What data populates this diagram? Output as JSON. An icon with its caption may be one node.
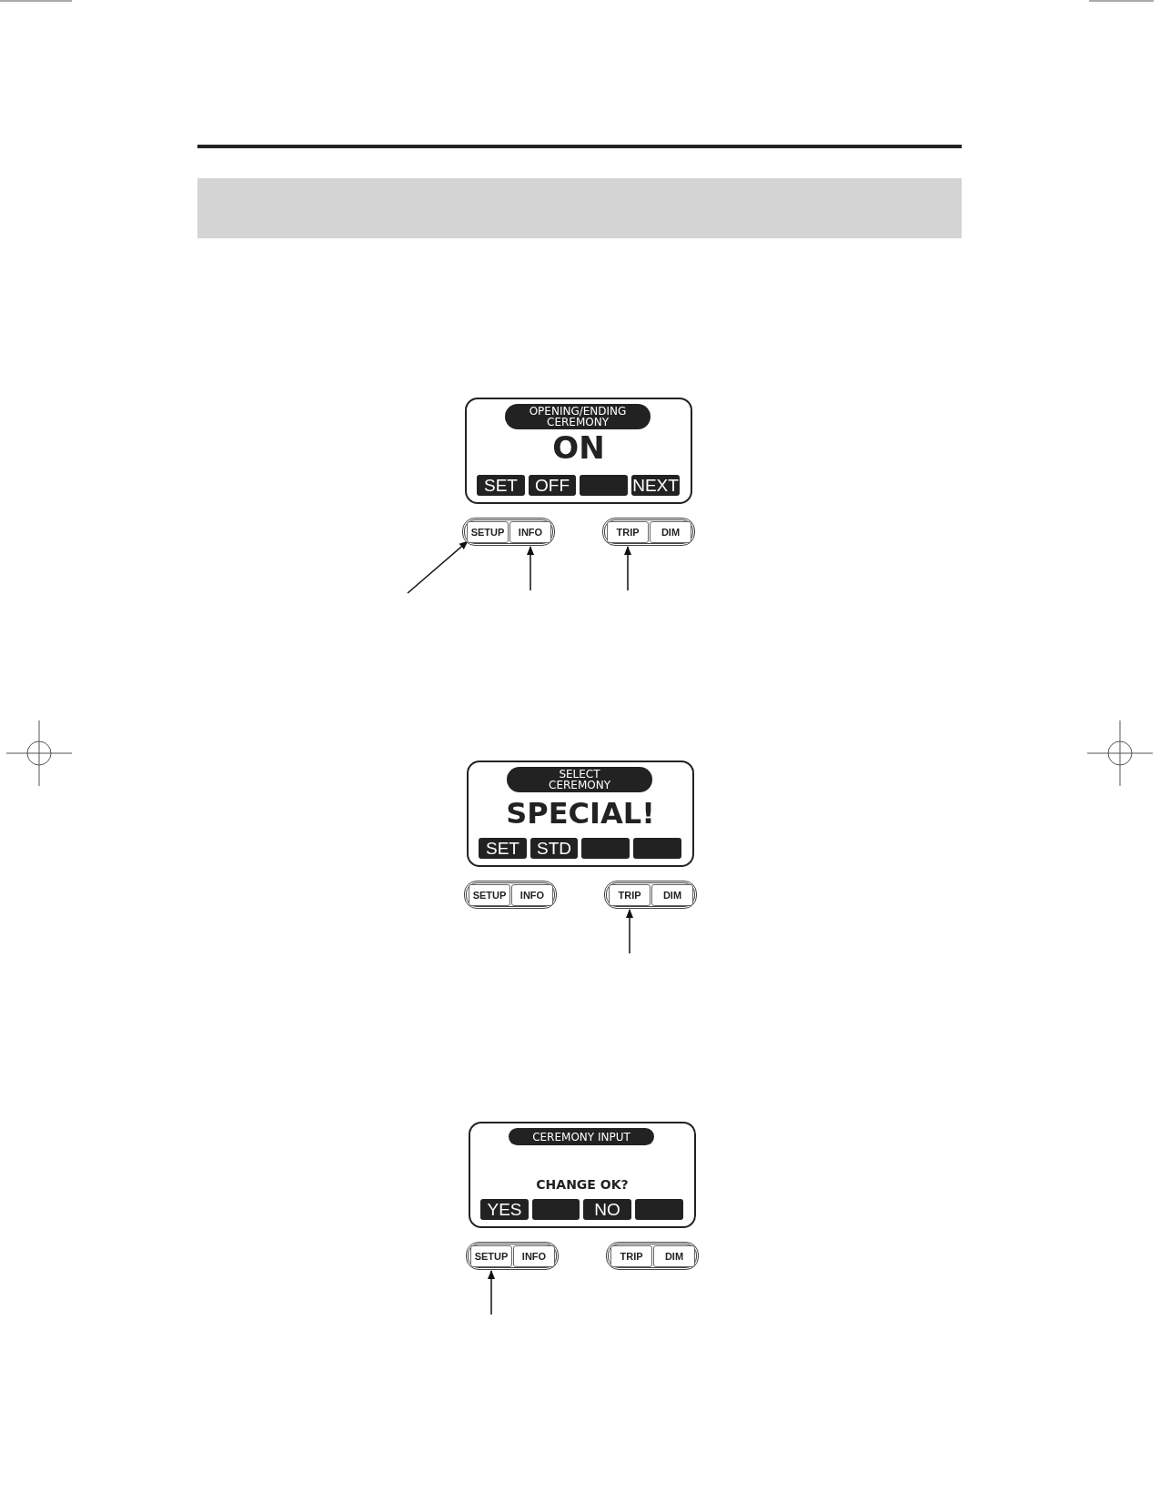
{
  "diagram": {
    "nodes": [
      {
        "text": [
          "ON"
        ]
      },
      {
        "text": [
          "OPENING/ENDING CEREMONY"
        ],
        "in": 0
      },
      {
        "text": [
          "SET"
        ],
        "in": 0
      },
      {
        "text": [
          "OFF"
        ],
        "in": 0
      },
      {
        "text": [],
        "shape": "box",
        "in": 0
      },
      {
        "text": [
          "NEXT"
        ],
        "in": 0
      },
      {
        "text": [],
        "shape": "box"
      },
      {
        "text": [
          "SETUP"
        ],
        "in": 6
      },
      {
        "text": [
          "INFO"
        ],
        "in": 6
      },
      {
        "text": [],
        "shape": "box"
      },
      {
        "text": [
          "TRIP"
        ],
        "in": 9
      },
      {
        "text": [
          "DIM"
        ],
        "in": 9
      },
      {
        "text": [
          "SPECIAL!"
        ]
      },
      {
        "text": [
          "SELECT CEREMONY"
        ],
        "in": 12
      },
      {
        "text": [
          "SET"
        ],
        "in": 12
      },
      {
        "text": [
          "STD"
        ],
        "in": 12
      },
      {
        "text": [],
        "shape": "box",
        "in": 12
      },
      {
        "text": [],
        "shape": "box",
        "in": 12
      },
      {
        "text": [],
        "shape": "box"
      },
      {
        "text": [
          "SETUP"
        ],
        "in": 18
      },
      {
        "text": [
          "INFO"
        ],
        "in": 18
      },
      {
        "text": [],
        "shape": "box"
      },
      {
        "text": [
          "TRIP"
        ],
        "in": 21
      },
      {
        "text": [
          "DIM"
        ],
        "in": 21
      },
      {
        "text": [
          "CHANGE OK?"
        ]
      },
      {
        "text": [
          "CEREMONY INPUT"
        ],
        "in": 24
      },
      {
        "text": [
          "YES"
        ],
        "in": 24
      },
      {
        "text": [],
        "shape": "box",
        "in": 24
      },
      {
        "text": [
          "NO"
        ],
        "in": 24
      },
      {
        "text": [],
        "shape": "box",
        "in": 24
      },
      {
        "text": [],
        "shape": "box"
      },
      {
        "text": [
          "SETUP"
        ],
        "in": 30
      },
      {
        "text": [
          "INFO"
        ],
        "in": 30
      },
      {
        "text": [],
        "shape": "box"
      },
      {
        "text": [
          "TRIP"
        ],
        "in": 33
      },
      {
        "text": [
          "DIM"
        ],
        "in": 33
      }
    ],
    "edges": [
      {
        "from": null,
        "to": 7,
        "arrow": "to"
      },
      {
        "from": null,
        "to": 8,
        "arrow": "to"
      },
      {
        "from": null,
        "to": 10,
        "arrow": "to"
      },
      {
        "from": null,
        "to": 22,
        "arrow": "to"
      },
      {
        "from": null,
        "to": 31,
        "arrow": "to"
      }
    ]
  }
}
